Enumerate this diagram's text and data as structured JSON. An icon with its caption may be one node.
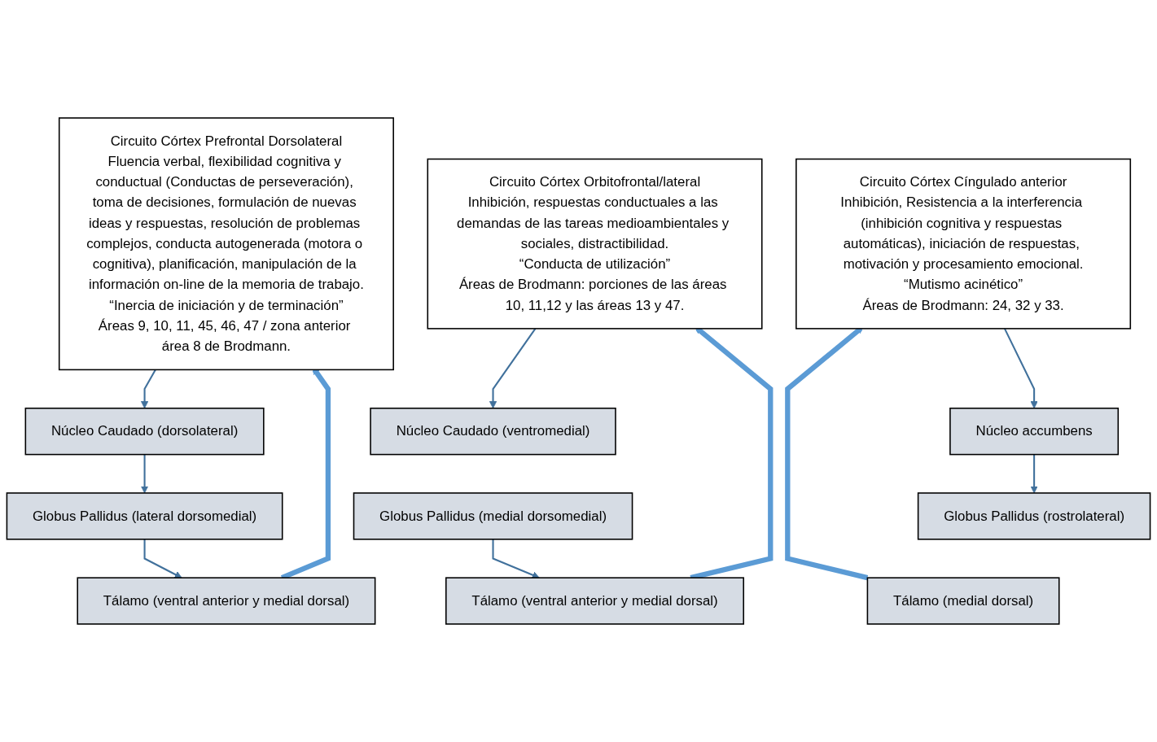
{
  "diagram": {
    "nodes": [
      {
        "text": [
          "Circuito Córtex Prefrontal Dorsolateral",
          "Fluencia verbal, flexibilidad cognitiva y conductual (Conductas de perseveración), toma de decisiones, formulación de nuevas ideas y respuestas, resolución de problemas complejos, conducta autogenerada (motora o cognitiva), planificación, manipulación de la información on-line de la memoria de trabajo.",
          "“Inercia de iniciación y de terminación”",
          "Áreas 9, 10, 11, 45, 46, 47 / zona anterior área 8 de Brodmann."
        ]
      },
      {
        "text": [
          "Núcleo Caudado (dorsolateral)"
        ]
      },
      {
        "text": [
          "Globus Pallidus (lateral dorsomedial)"
        ]
      },
      {
        "text": [
          "Tálamo (ventral anterior y medial dorsal)"
        ]
      },
      {
        "text": [
          "Circuito Córtex Orbitofrontal/lateral",
          "Inhibición, respuestas conductuales a las demandas de las tareas medioambientales y sociales, distractibilidad.",
          "“Conducta de utilización”",
          "Áreas de Brodmann: porciones de las áreas 10, 11,12 y las áreas 13 y 47."
        ]
      },
      {
        "text": [
          "Núcleo Caudado (ventromedial)"
        ]
      },
      {
        "text": [
          "Globus Pallidus (medial dorsomedial)"
        ]
      },
      {
        "text": [
          "Tálamo (ventral anterior y medial dorsal)"
        ]
      },
      {
        "text": [
          "Circuito Córtex Cíngulado anterior",
          "Inhibición, Resistencia a la interferencia (inhibición cognitiva y respuestas automáticas), iniciación de respuestas, motivación y procesamiento emocional.",
          "“Mutismo acinético”",
          "Áreas de Brodmann: 24, 32 y 33."
        ]
      },
      {
        "text": [
          "Núcleo accumbens"
        ]
      },
      {
        "text": [
          "Globus Pallidus (rostrolateral)"
        ]
      },
      {
        "text": [
          "Tálamo (medial dorsal)"
        ]
      }
    ],
    "edges": [
      {
        "from": 0,
        "to": 1,
        "arrow": "to"
      },
      {
        "from": 1,
        "to": 2,
        "arrow": "to"
      },
      {
        "from": 2,
        "to": 3,
        "arrow": "to"
      },
      {
        "from": 3,
        "to": 0,
        "arrow": "to",
        "style": "thick",
        "color": "#5b9bd5"
      },
      {
        "from": 4,
        "to": 5,
        "arrow": "to"
      },
      {
        "from": 6,
        "to": 7,
        "arrow": "to"
      },
      {
        "from": 7,
        "to": 4,
        "arrow": "to",
        "style": "thick",
        "color": "#5b9bd5"
      },
      {
        "from": 8,
        "to": 9,
        "arrow": "to"
      },
      {
        "from": 9,
        "to": 10,
        "arrow": "to"
      },
      {
        "from": 11,
        "to": 8,
        "arrow": "to",
        "style": "thick",
        "color": "#5b9bd5"
      }
    ]
  }
}
